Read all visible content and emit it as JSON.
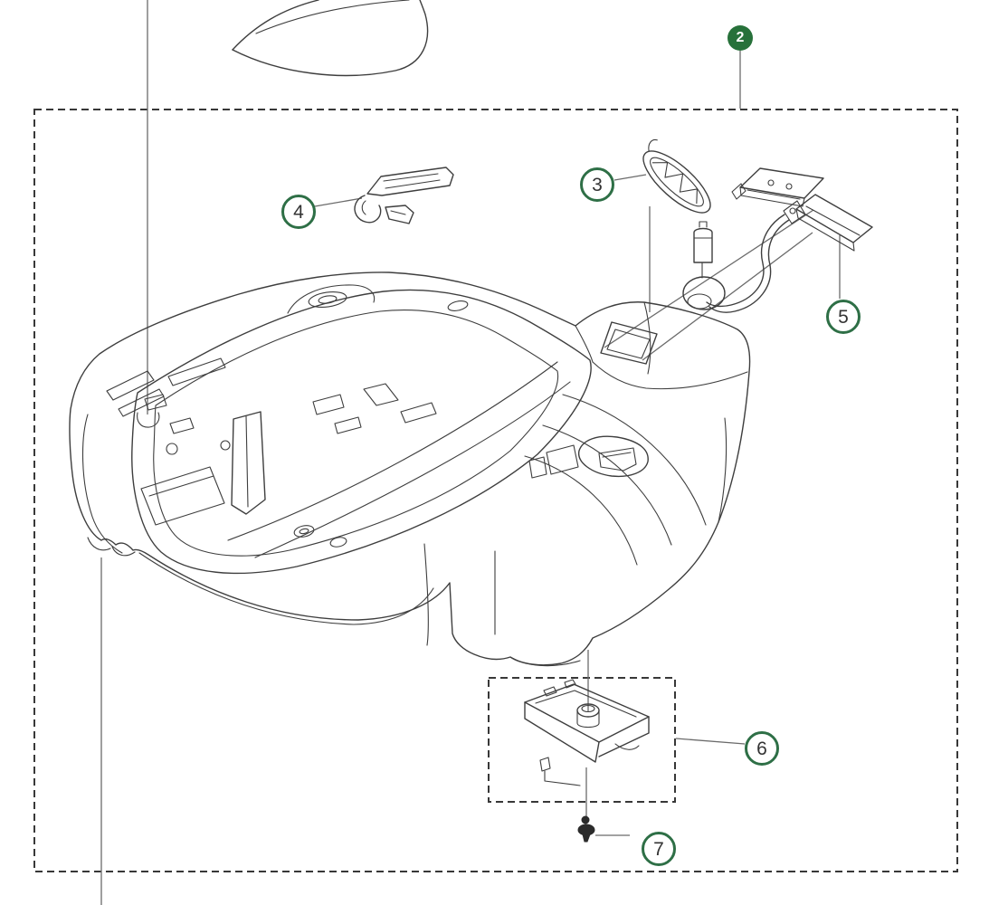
{
  "callouts": {
    "c2": {
      "label": "2",
      "style": "filled"
    },
    "c3": {
      "label": "3",
      "style": "outline"
    },
    "c4": {
      "label": "4",
      "style": "outline"
    },
    "c5": {
      "label": "5",
      "style": "outline"
    },
    "c6": {
      "label": "6",
      "style": "outline"
    },
    "c7": {
      "label": "7",
      "style": "outline"
    }
  },
  "colors": {
    "badge_fill": "#27713A",
    "circle_stroke": "#2E6F46",
    "number_color": "#333333",
    "line_color": "#3E3E3E",
    "leader_color": "#6B6B6B",
    "border_color": "#383838"
  }
}
